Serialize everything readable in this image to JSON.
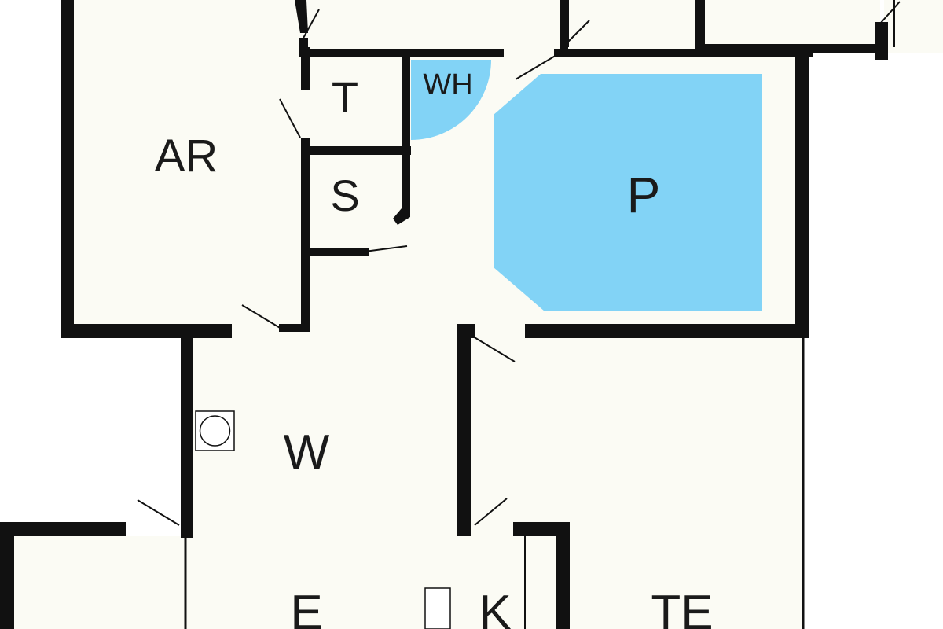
{
  "colors": {
    "background": "#ffffff",
    "floor": "#fbfbf4",
    "wall": "#111111",
    "pool": "#82d3f6",
    "door_line": "#111111",
    "text": "#1a1a1a"
  },
  "rooms": {
    "ar": "AR",
    "t": "T",
    "wh": "WH",
    "s": "S",
    "p": "P",
    "w": "W",
    "e": "E",
    "k": "K",
    "te": "TE"
  },
  "icons": {
    "drain": "circle-in-square-icon",
    "kitchen_unit": "square-outline-icon"
  }
}
